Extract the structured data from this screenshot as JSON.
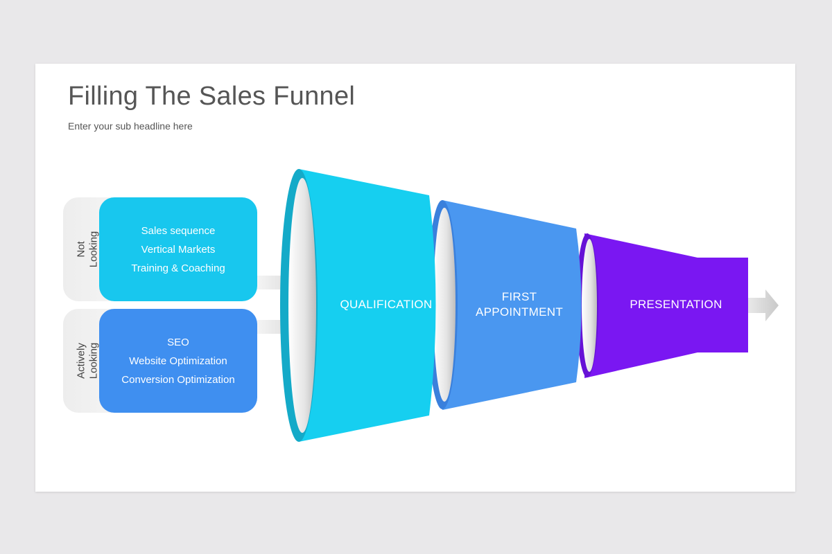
{
  "title": "Filling The Sales Funnel",
  "subtitle": "Enter your sub headline here",
  "groups": [
    {
      "label": "Not\nLooking",
      "items": [
        "Sales sequence",
        "Vertical Markets",
        "Training & Coaching"
      ]
    },
    {
      "label": "Actively\nLooking",
      "items": [
        "SEO",
        "Website Optimization",
        "Conversion Optimization"
      ]
    }
  ],
  "stages": [
    {
      "label": "QUALIFICATION",
      "color": "#16cff0"
    },
    {
      "label": "FIRST\nAPPOINTMENT",
      "color": "#4a97f0"
    },
    {
      "label": "PRESENTATION",
      "color": "#7a17f2"
    }
  ],
  "colors": {
    "cyan": "#18c7ee",
    "blue": "#3f8ff0",
    "purple": "#7a17f2",
    "arrow": "#cfcfcf"
  }
}
